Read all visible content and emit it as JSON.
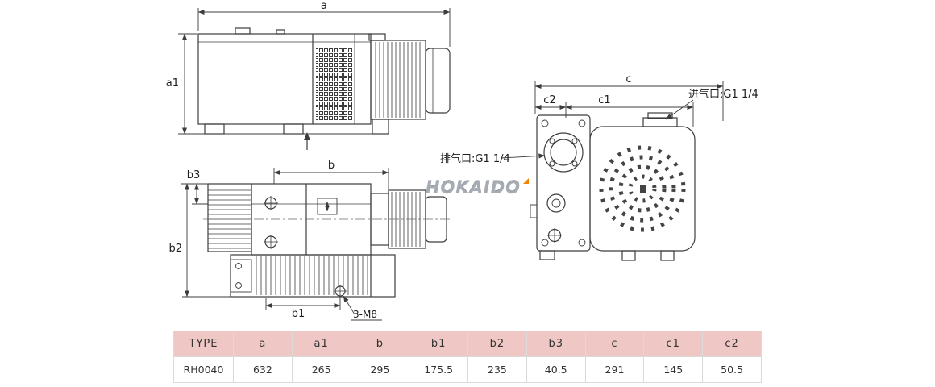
{
  "drawing": {
    "side_view": {
      "dim_a": "a",
      "dim_a1": "a1"
    },
    "plan_view": {
      "dim_b": "b",
      "dim_b1": "b1",
      "dim_b2": "b2",
      "dim_b3": "b3",
      "thread_note": "3-M8"
    },
    "end_view": {
      "dim_c": "c",
      "dim_c1": "c1",
      "dim_c2": "c2",
      "inlet_label": "进气口:G1 1/4",
      "exhaust_label": "排气口:G1 1/4"
    }
  },
  "logo": {
    "text": "HOKAIDO"
  },
  "table": {
    "headers": [
      "TYPE",
      "a",
      "a1",
      "b",
      "b1",
      "b2",
      "b3",
      "c",
      "c1",
      "c2"
    ],
    "rows": [
      [
        "RH0040",
        "632",
        "265",
        "295",
        "175.5",
        "235",
        "40.5",
        "291",
        "145",
        "50.5"
      ]
    ]
  },
  "colors": {
    "table_header_bg": "#efc8c5",
    "line_color": "#3c3c3c",
    "logo_gray": "#a7acb4",
    "logo_accent": "#f08300"
  }
}
